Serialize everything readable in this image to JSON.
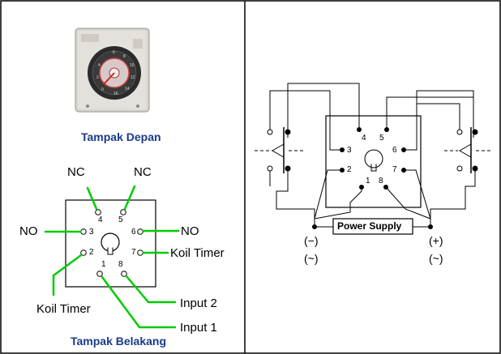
{
  "left": {
    "front_caption": "Tampak Depan",
    "back_caption": "Tampak Belakang",
    "labels": {
      "nc_left": "NC",
      "nc_right": "NC",
      "no_left": "NO",
      "no_right": "NO",
      "koil_timer_right": "Koil Timer",
      "koil_timer_left": "Koil Timer",
      "input2": "Input 2",
      "input1": "Input 1"
    },
    "pins": [
      "1",
      "2",
      "3",
      "4",
      "5",
      "6",
      "7",
      "8"
    ]
  },
  "right": {
    "power_supply": "Power Supply",
    "minus": "(−)",
    "plus": "(+)",
    "ac_left": "(~)",
    "ac_right": "(~)",
    "pins": [
      "1",
      "2",
      "3",
      "4",
      "5",
      "6",
      "7",
      "8"
    ]
  },
  "colors": {
    "wire_green": "#00cc00",
    "caption_blue": "#1a3a8a"
  }
}
